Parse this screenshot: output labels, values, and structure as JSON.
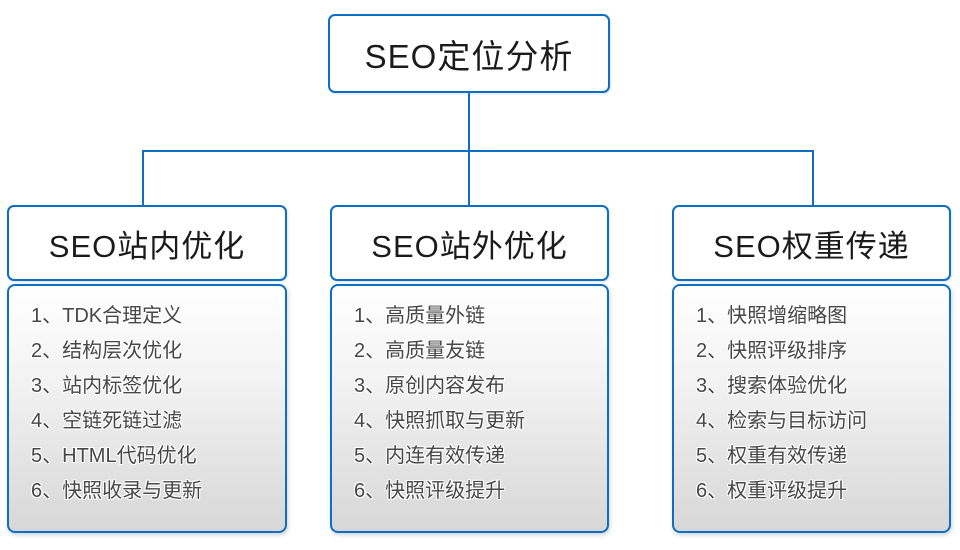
{
  "diagram": {
    "root": {
      "label": "SEO定位分析"
    },
    "branches": [
      {
        "label": "SEO站内优化",
        "items": [
          "1、TDK合理定义",
          "2、结构层次优化",
          "3、站内标签优化",
          "4、空链死链过滤",
          "5、HTML代码优化",
          "6、快照收录与更新"
        ]
      },
      {
        "label": "SEO站外优化",
        "items": [
          "1、高质量外链",
          "2、高质量友链",
          "3、原创内容发布",
          "4、快照抓取与更新",
          "5、内连有效传递",
          "6、快照评级提升"
        ]
      },
      {
        "label": "SEO权重传递",
        "items": [
          "1、快照增缩略图",
          "2、快照评级排序",
          "3、搜索体验优化",
          "4、检索与目标访问",
          "5、权重有效传递",
          "6、权重评级提升"
        ]
      }
    ],
    "colors": {
      "connector_and_border": "#0d6fc1",
      "header_text": "#1b1b1b",
      "item_text": "#474747",
      "panel_gradient_top": "#ffffff",
      "panel_gradient_bottom": "#d7d7d7"
    }
  }
}
